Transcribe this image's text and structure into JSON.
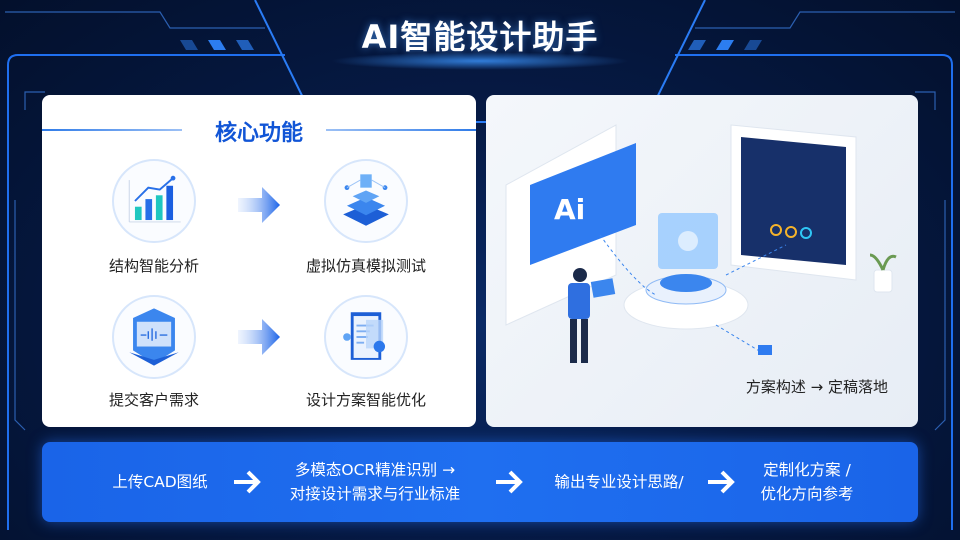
{
  "header": {
    "title": "AI智能设计助手"
  },
  "core": {
    "title": "核心功能",
    "features": [
      {
        "label": "结构智能分析",
        "icon": "bar-chart-icon"
      },
      {
        "label": "虚拟仿真模拟测试",
        "icon": "layered-cube-icon"
      },
      {
        "label": "提交客户需求",
        "icon": "monitor-waveform-icon"
      },
      {
        "label": "设计方案智能优化",
        "icon": "document-icon"
      }
    ]
  },
  "illustration": {
    "screen_text": "Ai",
    "caption": "方案构述 → 定稿落地"
  },
  "workflow": {
    "steps": [
      {
        "line1": "上传CAD图纸",
        "line2": ""
      },
      {
        "line1": "多模态OCR精准识别 →",
        "line2": "对接设计需求与行业标准"
      },
      {
        "line1": "输出专业设计思路/",
        "line2": ""
      },
      {
        "line1": "定制化方案 /",
        "line2": "优化方向参考"
      }
    ]
  },
  "colors": {
    "accent": "#1f6ff0",
    "title_blue": "#1155d6",
    "bg": "#041233"
  }
}
